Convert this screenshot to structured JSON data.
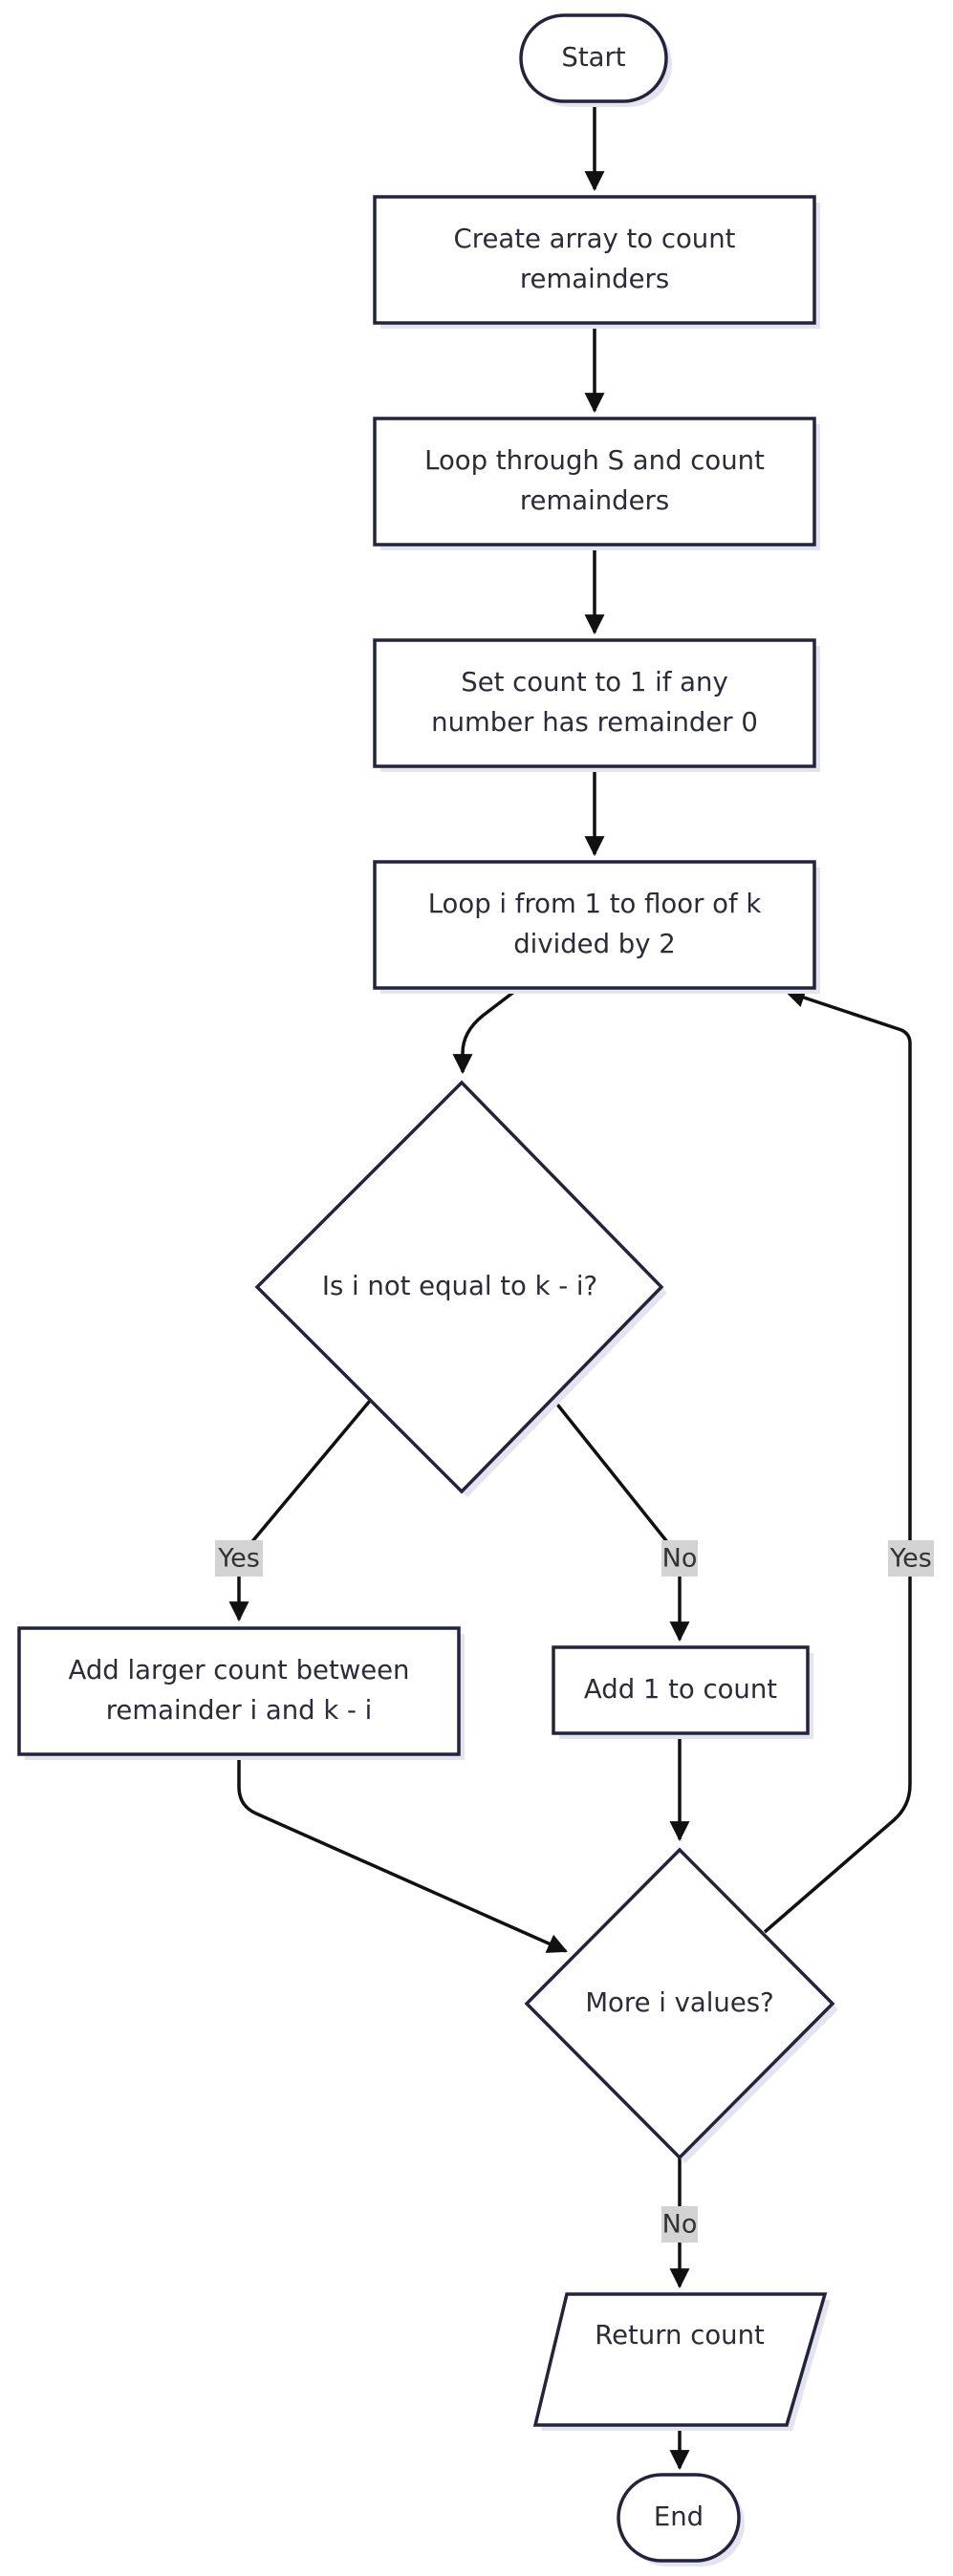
{
  "nodes": {
    "start": {
      "lines": [
        "Start"
      ]
    },
    "create_array": {
      "lines": [
        "Create array to count",
        "remainders"
      ]
    },
    "loop_s": {
      "lines": [
        "Loop through S and count",
        "remainders"
      ]
    },
    "set_count": {
      "lines": [
        "Set count to 1 if any",
        "number has remainder 0"
      ]
    },
    "loop_i": {
      "lines": [
        "Loop i from 1 to floor of k",
        "divided by 2"
      ]
    },
    "decision_i": {
      "lines": [
        "Is i not equal to k - i?"
      ]
    },
    "add_larger": {
      "lines": [
        "Add larger count between",
        "remainder i and k - i"
      ]
    },
    "add_one": {
      "lines": [
        "Add 1 to count"
      ]
    },
    "decision_more": {
      "lines": [
        "More i values?"
      ]
    },
    "return_count": {
      "lines": [
        "Return count"
      ]
    },
    "end": {
      "lines": [
        "End"
      ]
    }
  },
  "edge_labels": {
    "yes_left": "Yes",
    "no_right": "No",
    "yes_loop": "Yes",
    "no_bottom": "No"
  }
}
